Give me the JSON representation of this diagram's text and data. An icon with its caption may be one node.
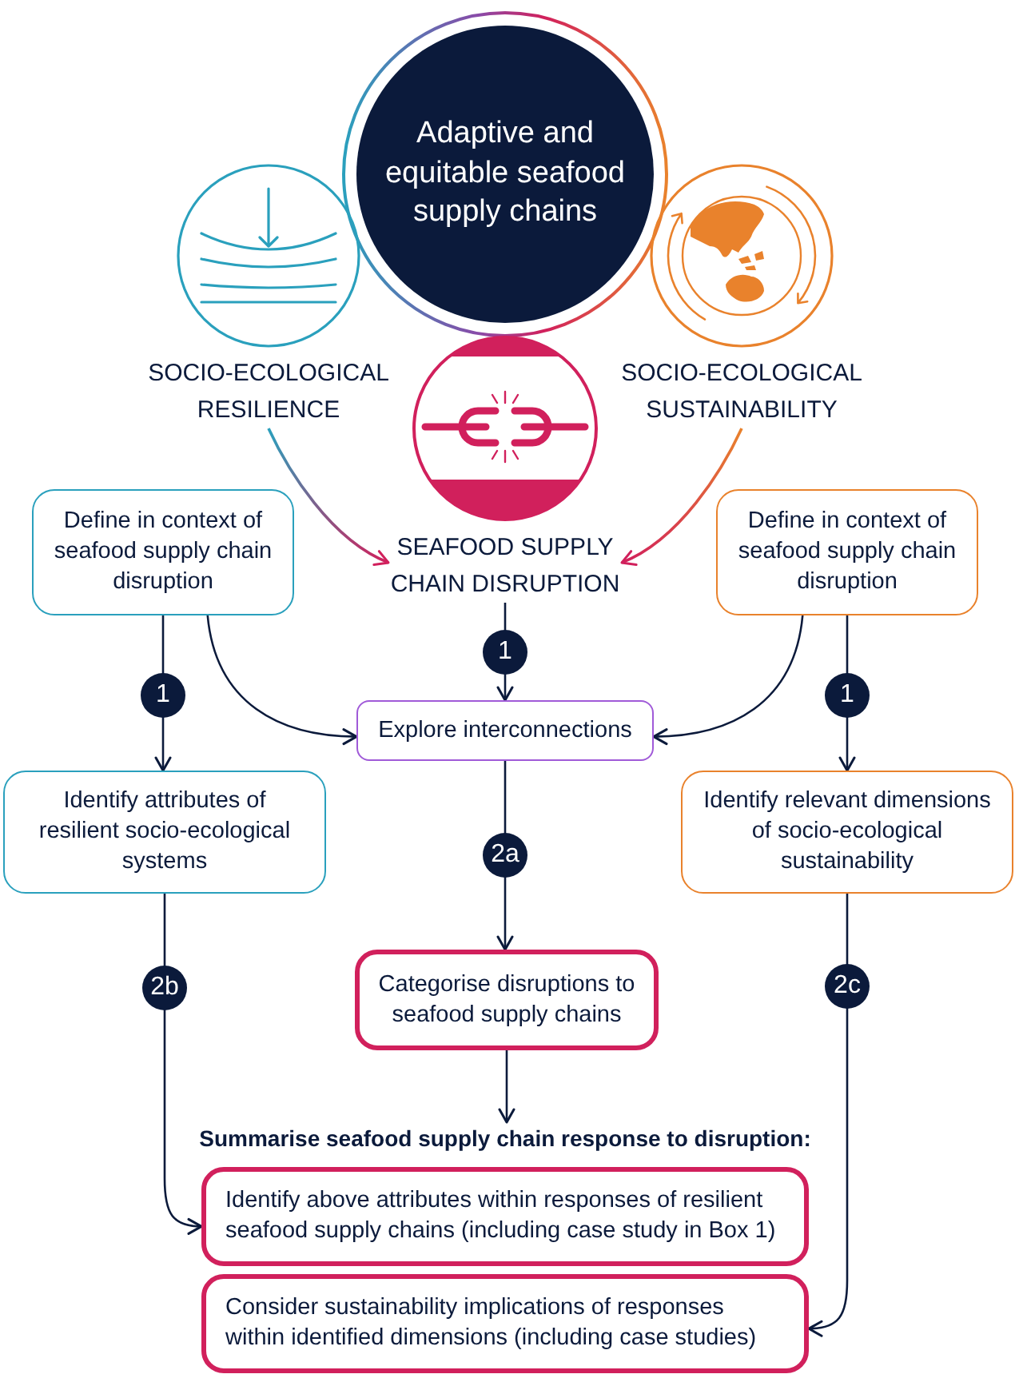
{
  "diagram": {
    "nodes": [
      {
        "text": [
          "Adaptive and equitable seafood supply chains"
        ]
      },
      {
        "text": [
          "SOCIO-ECOLOGICAL RESILIENCE"
        ]
      },
      {
        "text": [
          "SOCIO-ECOLOGICAL SUSTAINABILITY"
        ]
      },
      {
        "text": [
          "SEAFOOD SUPPLY CHAIN DISRUPTION"
        ]
      },
      {
        "text": [
          "Define in context of seafood supply chain disruption"
        ]
      },
      {
        "text": [
          "Define in context of seafood supply chain disruption"
        ]
      },
      {
        "text": [
          "Explore interconnections"
        ]
      },
      {
        "text": [
          "Identify attributes of resilient socio-ecological systems"
        ]
      },
      {
        "text": [
          "Identify relevant dimensions of socio-ecological sustainability"
        ]
      },
      {
        "text": [
          "Categorise disruptions to seafood supply chains"
        ]
      },
      {
        "text": [
          "Summarise seafood supply chain response to disruption:"
        ]
      },
      {
        "text": [
          "Identify above attributes within responses of resilient seafood supply chains (including case study in Box 1)"
        ]
      },
      {
        "text": [
          "Consider sustainability implications of responses within identified dimensions (including case studies)"
        ]
      }
    ],
    "edges": [
      {
        "from": 1,
        "to": 3,
        "arrow": "to",
        "color": "#d1205c"
      },
      {
        "from": 2,
        "to": 3,
        "arrow": "to",
        "color": "#d1205c"
      },
      {
        "from": 3,
        "to": 6,
        "arrow": "to",
        "label": "1"
      },
      {
        "from": 4,
        "to": 7,
        "arrow": "to",
        "label": "1"
      },
      {
        "from": 4,
        "to": 6,
        "arrow": "to"
      },
      {
        "from": 5,
        "to": 6,
        "arrow": "to"
      },
      {
        "from": 5,
        "to": 8,
        "arrow": "to",
        "label": "1"
      },
      {
        "from": 6,
        "to": 9,
        "arrow": "to",
        "label": "2a"
      },
      {
        "from": 9,
        "to": 10,
        "arrow": "to"
      },
      {
        "from": 7,
        "to": 11,
        "arrow": "to",
        "label": "2b"
      },
      {
        "from": 8,
        "to": 12,
        "arrow": "to",
        "label": "2c"
      }
    ]
  }
}
